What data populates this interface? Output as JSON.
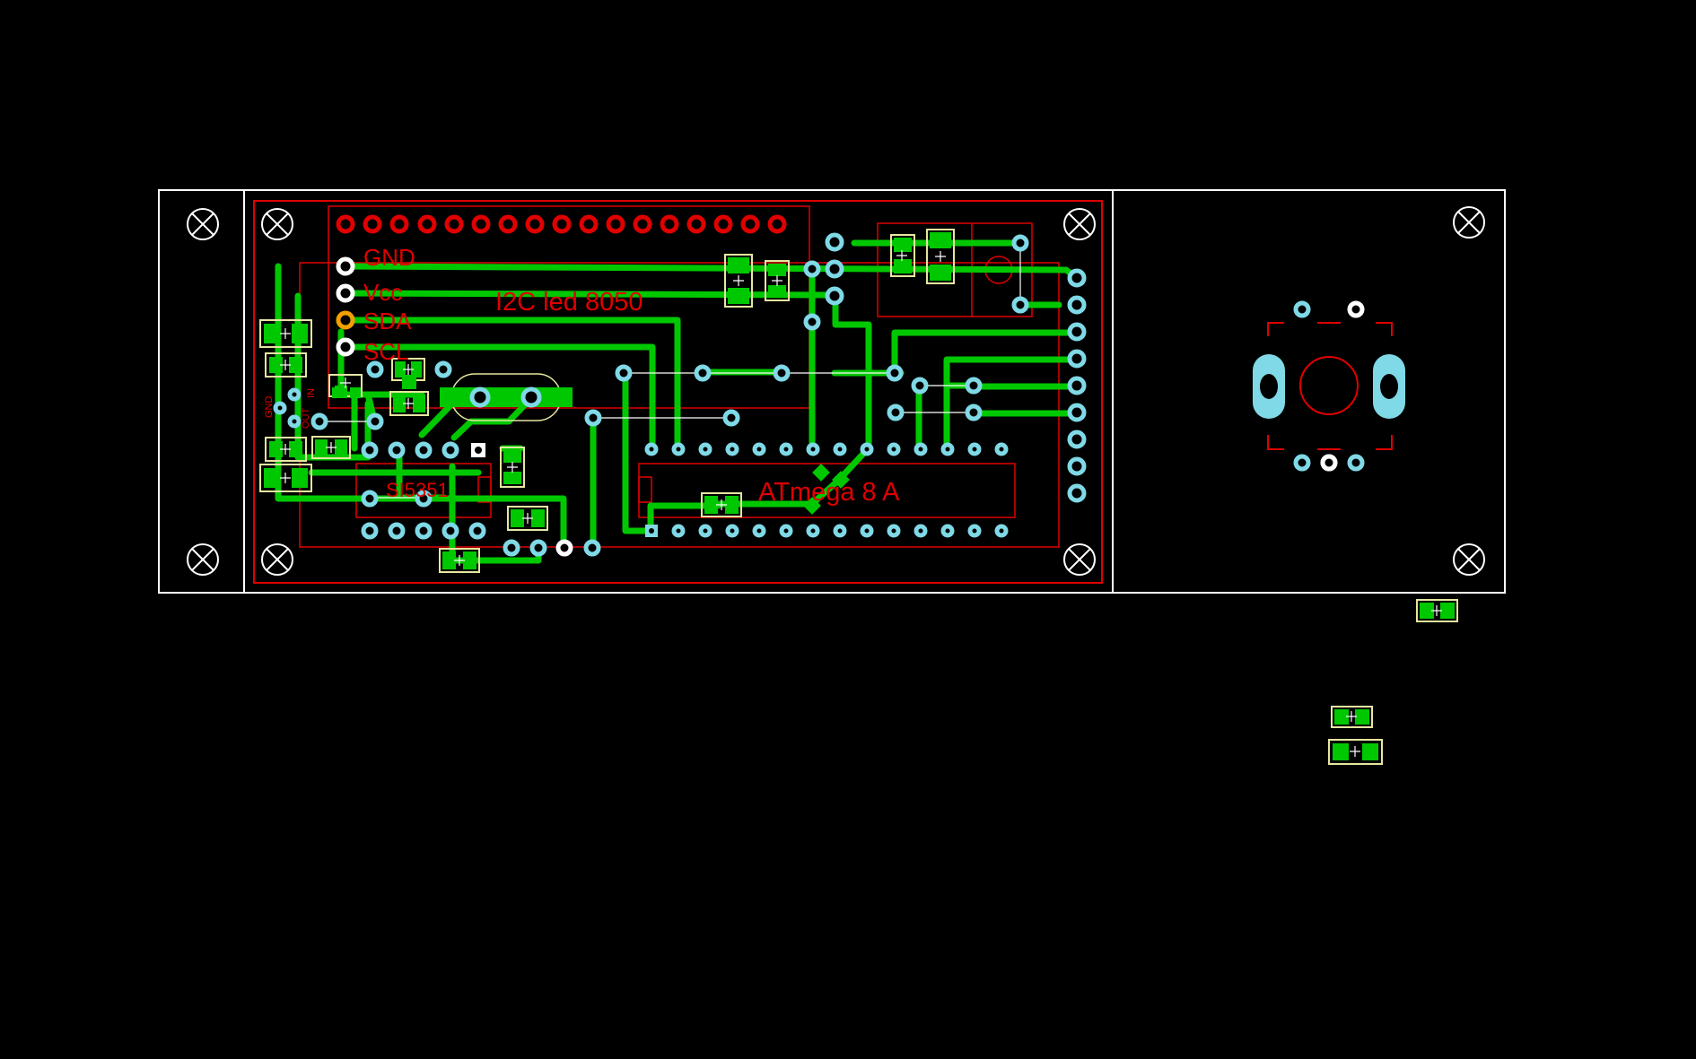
{
  "colors": {
    "background": "#000000",
    "outline": "#ffffff",
    "silkscreen": "#e00000",
    "trace": "#00c800",
    "pad_via": "#7fd9e6",
    "pad_hole": "#ffffff",
    "header_pin": "#e00000",
    "sda_pin": "#f0a000",
    "smd_outline": "#e6e6a0",
    "smd_pad": "#00c800"
  },
  "labels": {
    "gnd": "GND",
    "vcc": "Vcc",
    "sda": "SDA",
    "scl": "SCL",
    "board_title": "I2C led 8050",
    "si5351": "SI5351",
    "mcu": "ATmega 8 A",
    "small_gnd": "GND",
    "small_in": "IN",
    "small_out": "OUT"
  },
  "icons": {
    "mounting_hole": "mounting-hole-icon",
    "encoder": "rotary-encoder-icon"
  }
}
